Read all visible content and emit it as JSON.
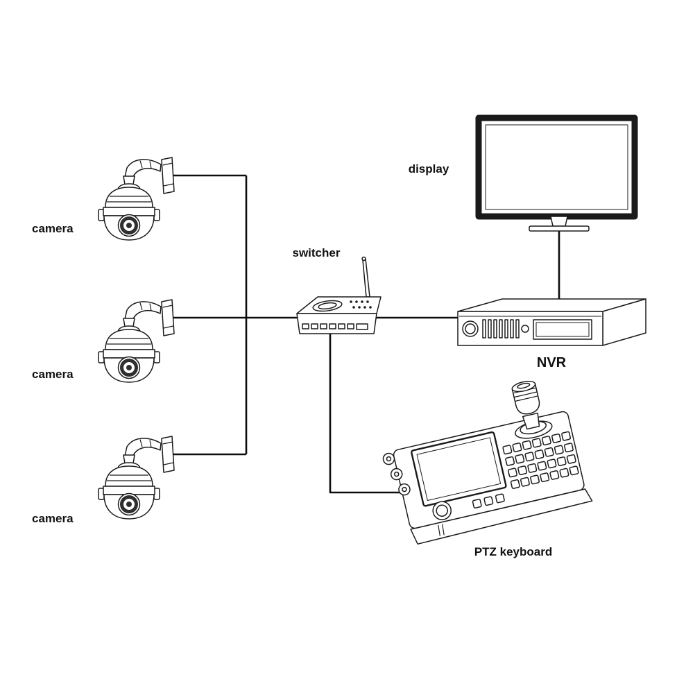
{
  "diagram": {
    "type": "security-camera-system-topology",
    "background": "#ffffff",
    "line_color": "#1a1a1a",
    "cameras": [
      {
        "id": "camera-1",
        "label": "camera"
      },
      {
        "id": "camera-2",
        "label": "camera"
      },
      {
        "id": "camera-3",
        "label": "camera"
      }
    ],
    "switcher": {
      "label": "switcher"
    },
    "display": {
      "label": "display"
    },
    "nvr": {
      "label": "NVR"
    },
    "ptz_keyboard": {
      "label": "PTZ keyboard"
    },
    "connections": [
      {
        "from": "camera-1",
        "to": "switcher"
      },
      {
        "from": "camera-2",
        "to": "switcher"
      },
      {
        "from": "camera-3",
        "to": "switcher"
      },
      {
        "from": "switcher",
        "to": "nvr"
      },
      {
        "from": "nvr",
        "to": "display"
      },
      {
        "from": "switcher",
        "to": "ptz_keyboard"
      }
    ]
  }
}
